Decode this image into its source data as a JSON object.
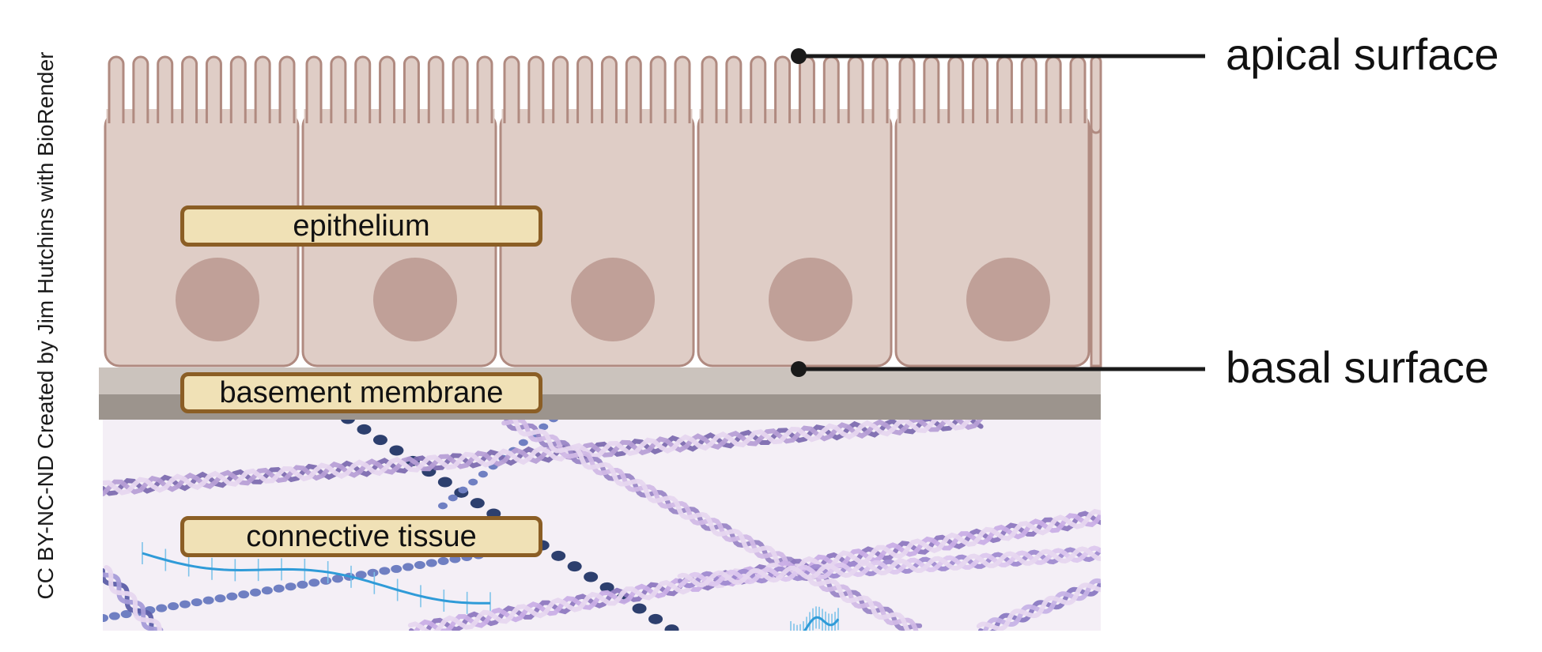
{
  "credit": "CC BY-NC-ND Created by Jim Hutchins with BioRender",
  "labels": {
    "epithelium": "epithelium",
    "basement_membrane": "basement membrane",
    "connective_tissue": "connective tissue"
  },
  "callouts": {
    "apical": "apical surface",
    "basal": "basal surface"
  },
  "colors": {
    "cell_fill": "#dfcdc6",
    "cell_outline": "#b08a80",
    "nucleus": "#c0a098",
    "basement_light": "#cbc3bd",
    "basement_dark": "#9c948d",
    "connective_bg": "#f4eff6",
    "label_fill": "#f0e1b6",
    "label_border": "#8b5e25",
    "leader_line": "#1a1a1a"
  }
}
